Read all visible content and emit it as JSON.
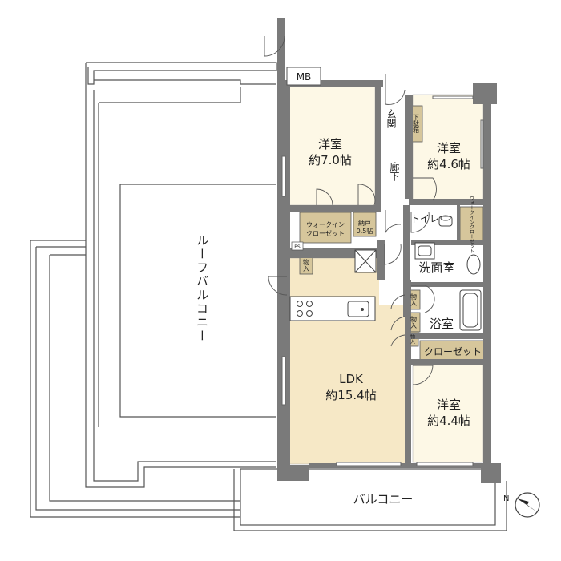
{
  "floor_plan": {
    "rooms": {
      "western_room_1": {
        "name": "洋室",
        "area": "約7.0帖"
      },
      "western_room_2": {
        "name": "洋室",
        "area": "約4.6帖"
      },
      "western_room_3": {
        "name": "洋室",
        "area": "約4.4帖"
      },
      "ldk": {
        "name": "LDK",
        "area": "約15.4帖"
      },
      "entrance": {
        "name": "玄関"
      },
      "corridor": {
        "name": "廊下"
      },
      "shoe_box": {
        "name": "下駄箱"
      },
      "toilet": {
        "name": "トイレ"
      },
      "washroom": {
        "name": "洗面室"
      },
      "bathroom": {
        "name": "浴室"
      },
      "closet": {
        "name": "クローゼット"
      },
      "walk_in_closet": {
        "name": "ウォークインクローゼット",
        "line1": "ウォークイン",
        "line2": "クローゼット"
      },
      "walk_in_closet_small": {
        "name": "ウォークインクローゼット"
      },
      "storage_room": {
        "name": "納戸",
        "area": "0.5帖"
      },
      "storage_label": "物入",
      "meter_box": {
        "name": "MB"
      },
      "roof_balcony": {
        "name": "ルーフバルコニー"
      },
      "balcony": {
        "name": "バルコニー"
      },
      "ps": "PS"
    },
    "colors": {
      "wall": "#7a7a7a",
      "room_fill": "#fdf8e6",
      "ldk_fill": "#f6e8c6",
      "storage_fill": "#d6c69b",
      "wet_fill": "#ffffff",
      "outline": "#555555"
    },
    "compass": {
      "label": "N"
    }
  }
}
